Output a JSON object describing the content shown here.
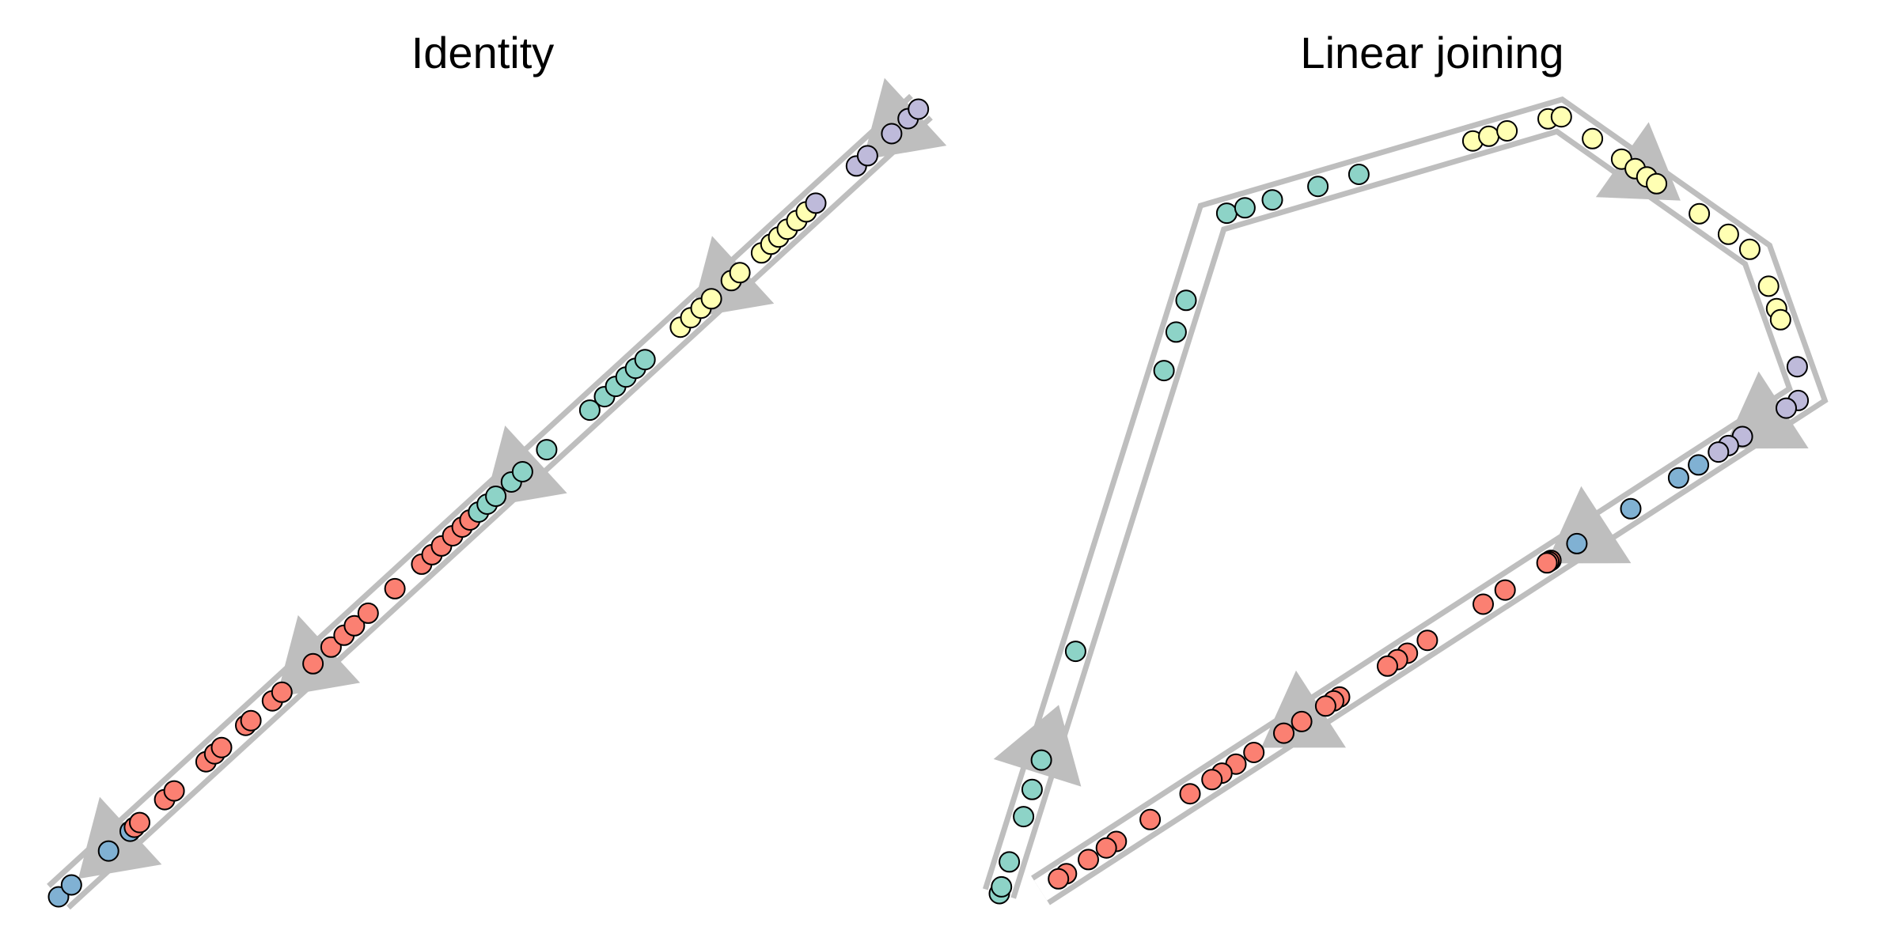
{
  "colors": {
    "track": "#bebebe",
    "background": "#ffffff",
    "point_outline": "#000000",
    "milestones": {
      "blue": "#80b1d3",
      "red": "#fb8072",
      "teal": "#8dd3c7",
      "yellow": "#ffffb3",
      "purple": "#bebada"
    }
  },
  "panels": [
    {
      "id": "identity",
      "title": "Identity",
      "cells": [
        [
          "blue",
          0.0
        ],
        [
          "blue",
          0.015
        ],
        [
          "blue",
          0.058
        ],
        [
          "blue",
          0.083
        ],
        [
          "red",
          0.088
        ],
        [
          "red",
          0.094
        ],
        [
          "red",
          0.123
        ],
        [
          "red",
          0.134
        ],
        [
          "red",
          0.171
        ],
        [
          "red",
          0.181
        ],
        [
          "red",
          0.189
        ],
        [
          "red",
          0.217
        ],
        [
          "red",
          0.223
        ],
        [
          "red",
          0.248
        ],
        [
          "red",
          0.259
        ],
        [
          "red",
          0.295
        ],
        [
          "red",
          0.316
        ],
        [
          "red",
          0.331
        ],
        [
          "red",
          0.343
        ],
        [
          "red",
          0.359
        ],
        [
          "red",
          0.39
        ],
        [
          "red",
          0.421
        ],
        [
          "red",
          0.433
        ],
        [
          "red",
          0.444
        ],
        [
          "red",
          0.457
        ],
        [
          "red",
          0.468
        ],
        [
          "red",
          0.477
        ],
        [
          "teal",
          0.487
        ],
        [
          "teal",
          0.497
        ],
        [
          "teal",
          0.507
        ],
        [
          "teal",
          0.525
        ],
        [
          "teal",
          0.538
        ],
        [
          "teal",
          0.566
        ],
        [
          "teal",
          0.616
        ],
        [
          "teal",
          0.633
        ],
        [
          "teal",
          0.646
        ],
        [
          "teal",
          0.658
        ],
        [
          "teal",
          0.669
        ],
        [
          "teal",
          0.68
        ],
        [
          "yellow",
          0.721
        ],
        [
          "yellow",
          0.733
        ],
        [
          "yellow",
          0.745
        ],
        [
          "yellow",
          0.757
        ],
        [
          "yellow",
          0.78
        ],
        [
          "yellow",
          0.79
        ],
        [
          "yellow",
          0.815
        ],
        [
          "yellow",
          0.826
        ],
        [
          "yellow",
          0.835
        ],
        [
          "yellow",
          0.845
        ],
        [
          "yellow",
          0.856
        ],
        [
          "yellow",
          0.867
        ],
        [
          "purple",
          0.878
        ],
        [
          "purple",
          0.925
        ],
        [
          "purple",
          0.938
        ],
        [
          "purple",
          0.966
        ],
        [
          "purple",
          0.985
        ],
        [
          "purple",
          0.997
        ]
      ]
    },
    {
      "id": "linear-joining",
      "title": "Linear joining",
      "cells": [
        [
          "teal",
          0.0
        ],
        [
          "teal",
          0.003
        ],
        [
          "teal",
          0.014
        ],
        [
          "teal",
          0.034
        ],
        [
          "teal",
          0.046
        ],
        [
          "teal",
          0.059
        ],
        [
          "teal",
          0.107
        ],
        [
          "teal",
          0.231
        ],
        [
          "teal",
          0.248
        ],
        [
          "teal",
          0.262
        ],
        [
          "teal",
          0.305
        ],
        [
          "teal",
          0.313
        ],
        [
          "teal",
          0.325
        ],
        [
          "teal",
          0.345
        ],
        [
          "teal",
          0.363
        ],
        [
          "yellow",
          0.413
        ],
        [
          "yellow",
          0.42
        ],
        [
          "yellow",
          0.428
        ],
        [
          "yellow",
          0.446
        ],
        [
          "yellow",
          0.452
        ],
        [
          "yellow",
          0.468
        ],
        [
          "yellow",
          0.483
        ],
        [
          "yellow",
          0.49
        ],
        [
          "yellow",
          0.496
        ],
        [
          "yellow",
          0.501
        ],
        [
          "yellow",
          0.523
        ],
        [
          "yellow",
          0.538
        ],
        [
          "yellow",
          0.549
        ],
        [
          "yellow",
          0.567
        ],
        [
          "yellow",
          0.577
        ],
        [
          "yellow",
          0.582
        ],
        [
          "purple",
          0.603
        ],
        [
          "purple",
          0.62
        ],
        [
          "purple",
          0.626
        ],
        [
          "purple",
          0.648
        ],
        [
          "purple",
          0.655
        ],
        [
          "purple",
          0.66
        ],
        [
          "blue",
          0.67
        ],
        [
          "blue",
          0.68
        ],
        [
          "blue",
          0.704
        ],
        [
          "blue",
          0.731
        ],
        [
          "red",
          0.744
        ],
        [
          "red",
          0.745
        ],
        [
          "red",
          0.746
        ],
        [
          "red",
          0.767
        ],
        [
          "red",
          0.778
        ],
        [
          "red",
          0.806
        ],
        [
          "red",
          0.816
        ],
        [
          "red",
          0.821
        ],
        [
          "red",
          0.826
        ],
        [
          "red",
          0.85
        ],
        [
          "red",
          0.853
        ],
        [
          "red",
          0.857
        ],
        [
          "red",
          0.869
        ],
        [
          "red",
          0.878
        ],
        [
          "red",
          0.893
        ],
        [
          "red",
          0.902
        ],
        [
          "red",
          0.909
        ],
        [
          "red",
          0.914
        ],
        [
          "red",
          0.925
        ],
        [
          "red",
          0.945
        ],
        [
          "red",
          0.962
        ],
        [
          "red",
          0.967
        ],
        [
          "red",
          0.976
        ],
        [
          "red",
          0.987
        ],
        [
          "red",
          0.991
        ]
      ]
    }
  ]
}
